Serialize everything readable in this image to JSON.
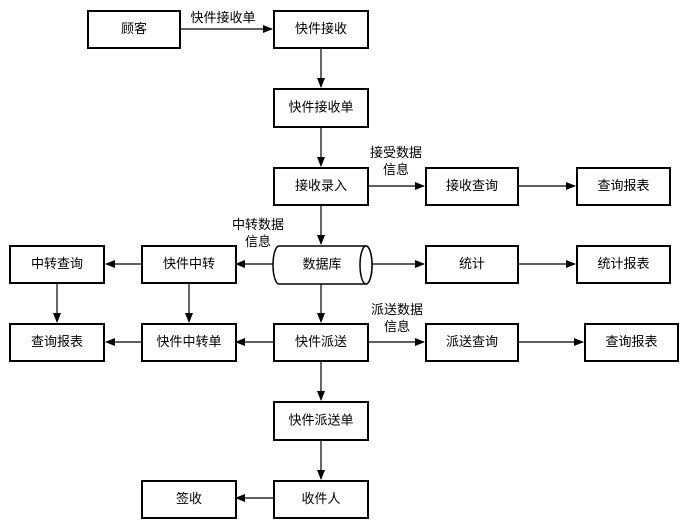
{
  "nodes": {
    "customer": "顾客",
    "express_receive": "快件接收",
    "express_receipt_form": "快件接收单",
    "receive_entry": "接收录入",
    "receive_query": "接收查询",
    "query_report_top": "查询报表",
    "database": "数据库",
    "statistics": "统计",
    "statistics_report": "统计报表",
    "express_transfer": "快件中转",
    "transfer_query": "中转查询",
    "query_report_left": "查询报表",
    "express_transfer_form": "快件中转单",
    "express_dispatch": "快件派送",
    "dispatch_query": "派送查询",
    "query_report_right": "查询报表",
    "express_dispatch_form": "快件派送单",
    "recipient": "收件人",
    "sign_receipt": "签收"
  },
  "edge_labels": {
    "customer_to_receive": "快件接收单",
    "received_data_line1": "接受数据",
    "received_data_line2": "信息",
    "transfer_data_line1": "中转数据",
    "transfer_data_line2": "信息",
    "dispatch_data_line1": "派送数据",
    "dispatch_data_line2": "信息"
  }
}
